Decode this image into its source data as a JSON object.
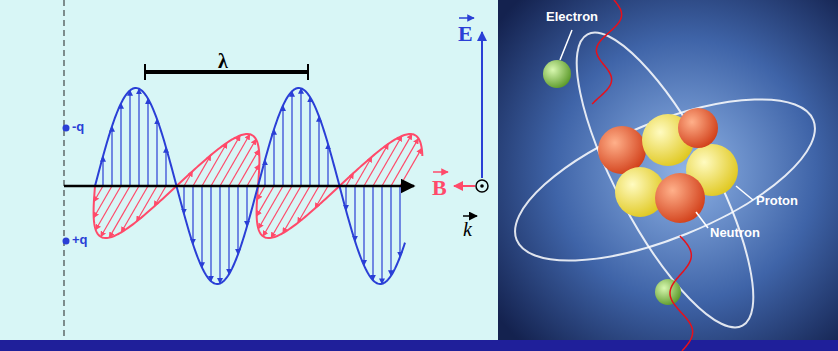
{
  "diagram": {
    "labels": [
      "λ",
      "-q",
      "+q",
      "E",
      "B",
      "k",
      "Electron",
      "Proton",
      "Neutron"
    ]
  }
}
